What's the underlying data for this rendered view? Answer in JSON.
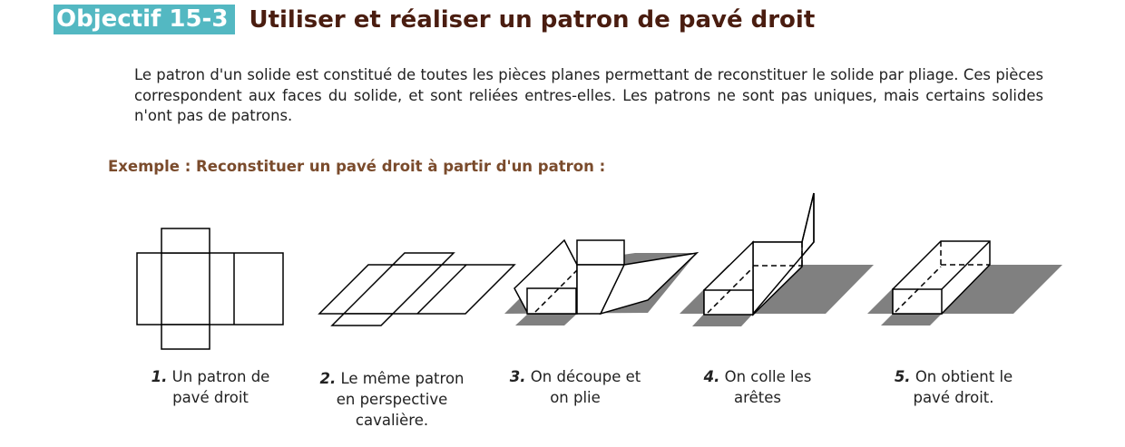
{
  "header": {
    "badge": "Objectif 15-3",
    "title": "Utiliser et réaliser un patron de pavé droit",
    "badge_color": "#53b8c2",
    "title_color": "#4a1d10"
  },
  "intro": "Le patron d'un solide est constitué de toutes les pièces planes permettant de reconstituer le solide par pliage. Ces pièces correspondent aux faces du solide, et sont reliées entres-elles. Les patrons ne sont pas uniques, mais certains solides n'ont pas de patrons.",
  "example": {
    "label": "Exemple : Reconstituer un pavé droit à partir d'un patron :",
    "color": "#7a4b2c"
  },
  "steps": [
    {
      "num": "1.",
      "line1": "Un patron de",
      "line2": "pavé droit",
      "line3": ""
    },
    {
      "num": "2.",
      "line1": "Le même patron",
      "line2": "en perspective",
      "line3": "cavalière."
    },
    {
      "num": "3.",
      "line1": "On découpe et",
      "line2": "on plie",
      "line3": ""
    },
    {
      "num": "4.",
      "line1": "On colle les",
      "line2": "arêtes",
      "line3": ""
    },
    {
      "num": "5.",
      "line1": "On obtient le",
      "line2": "pavé droit.",
      "line3": ""
    }
  ],
  "colors": {
    "shadow": "#808080",
    "stroke": "#000000"
  }
}
